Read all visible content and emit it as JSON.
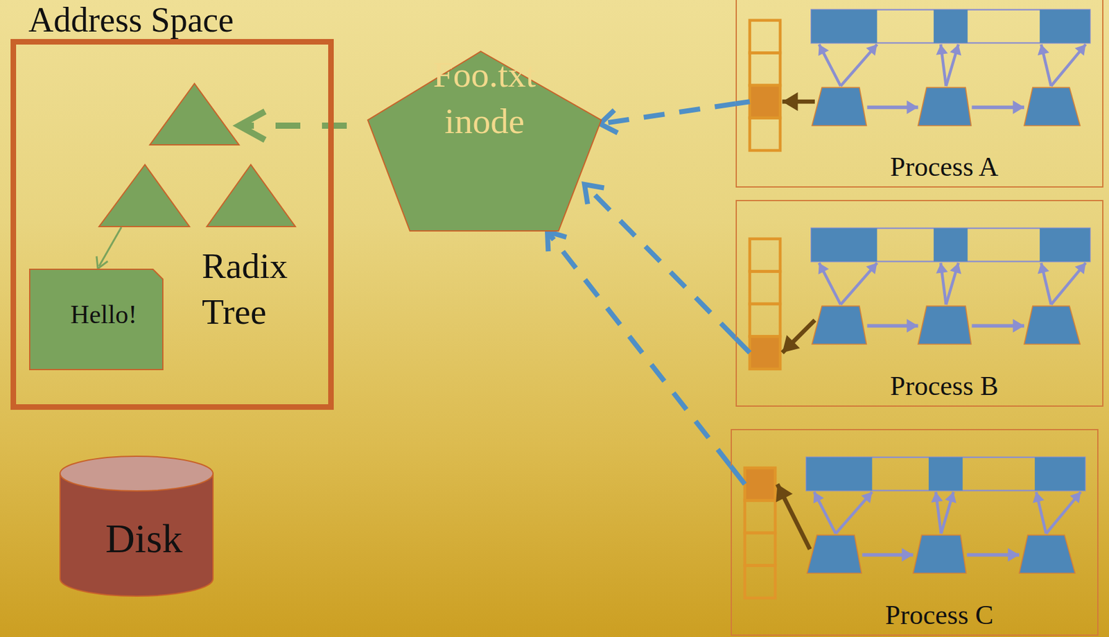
{
  "diagram": {
    "nodes": [
      {
        "text": [
          "Address Space"
        ]
      },
      {
        "text": [
          "Hello!"
        ],
        "in": 0
      },
      {
        "text": [
          "Foo.txt inode"
        ]
      },
      {
        "text": [
          "Process A"
        ]
      },
      {
        "text": [
          "Process B"
        ]
      },
      {
        "text": [
          "Disk"
        ]
      },
      {
        "text": [
          "Process C"
        ]
      }
    ],
    "edges": [
      {
        "from": 3,
        "to": 2,
        "arrow": "to"
      },
      {
        "from": 4,
        "to": 2,
        "arrow": "to"
      },
      {
        "from": 6,
        "to": 2,
        "arrow": "to"
      }
    ],
    "labels": [
      "Radix Tree"
    ]
  }
}
